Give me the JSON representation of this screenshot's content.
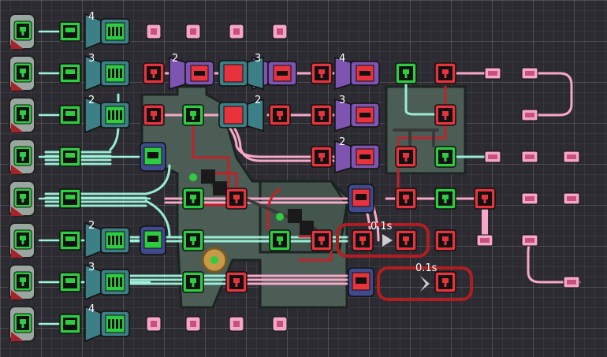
{
  "game": {
    "buffer_labels": [
      "4",
      "3",
      "2",
      "2",
      "3",
      "4"
    ],
    "top_buffer_labels": [
      "2",
      "3",
      "4"
    ],
    "mid_buffer_labels": [
      "2",
      "3",
      "2"
    ],
    "timer_labels": [
      "0.1s",
      "0.1s"
    ]
  },
  "colors": {
    "background": "#2b2b31",
    "active_wire": "#9ef5dc",
    "inactive_wire": "#f7a8c8",
    "active_port": "#2ecc40",
    "inactive_port": "#e8333c",
    "gate_teal": "#3d7f86",
    "gate_purple": "#7d54b0",
    "panel": "#4a5c54"
  },
  "icons": [
    "sensor-icon",
    "ribbon-port-icon",
    "buffer-gate-icon",
    "filter-gate-icon",
    "automation-port-icon",
    "signal-lamp-icon",
    "gas-source-icon"
  ]
}
